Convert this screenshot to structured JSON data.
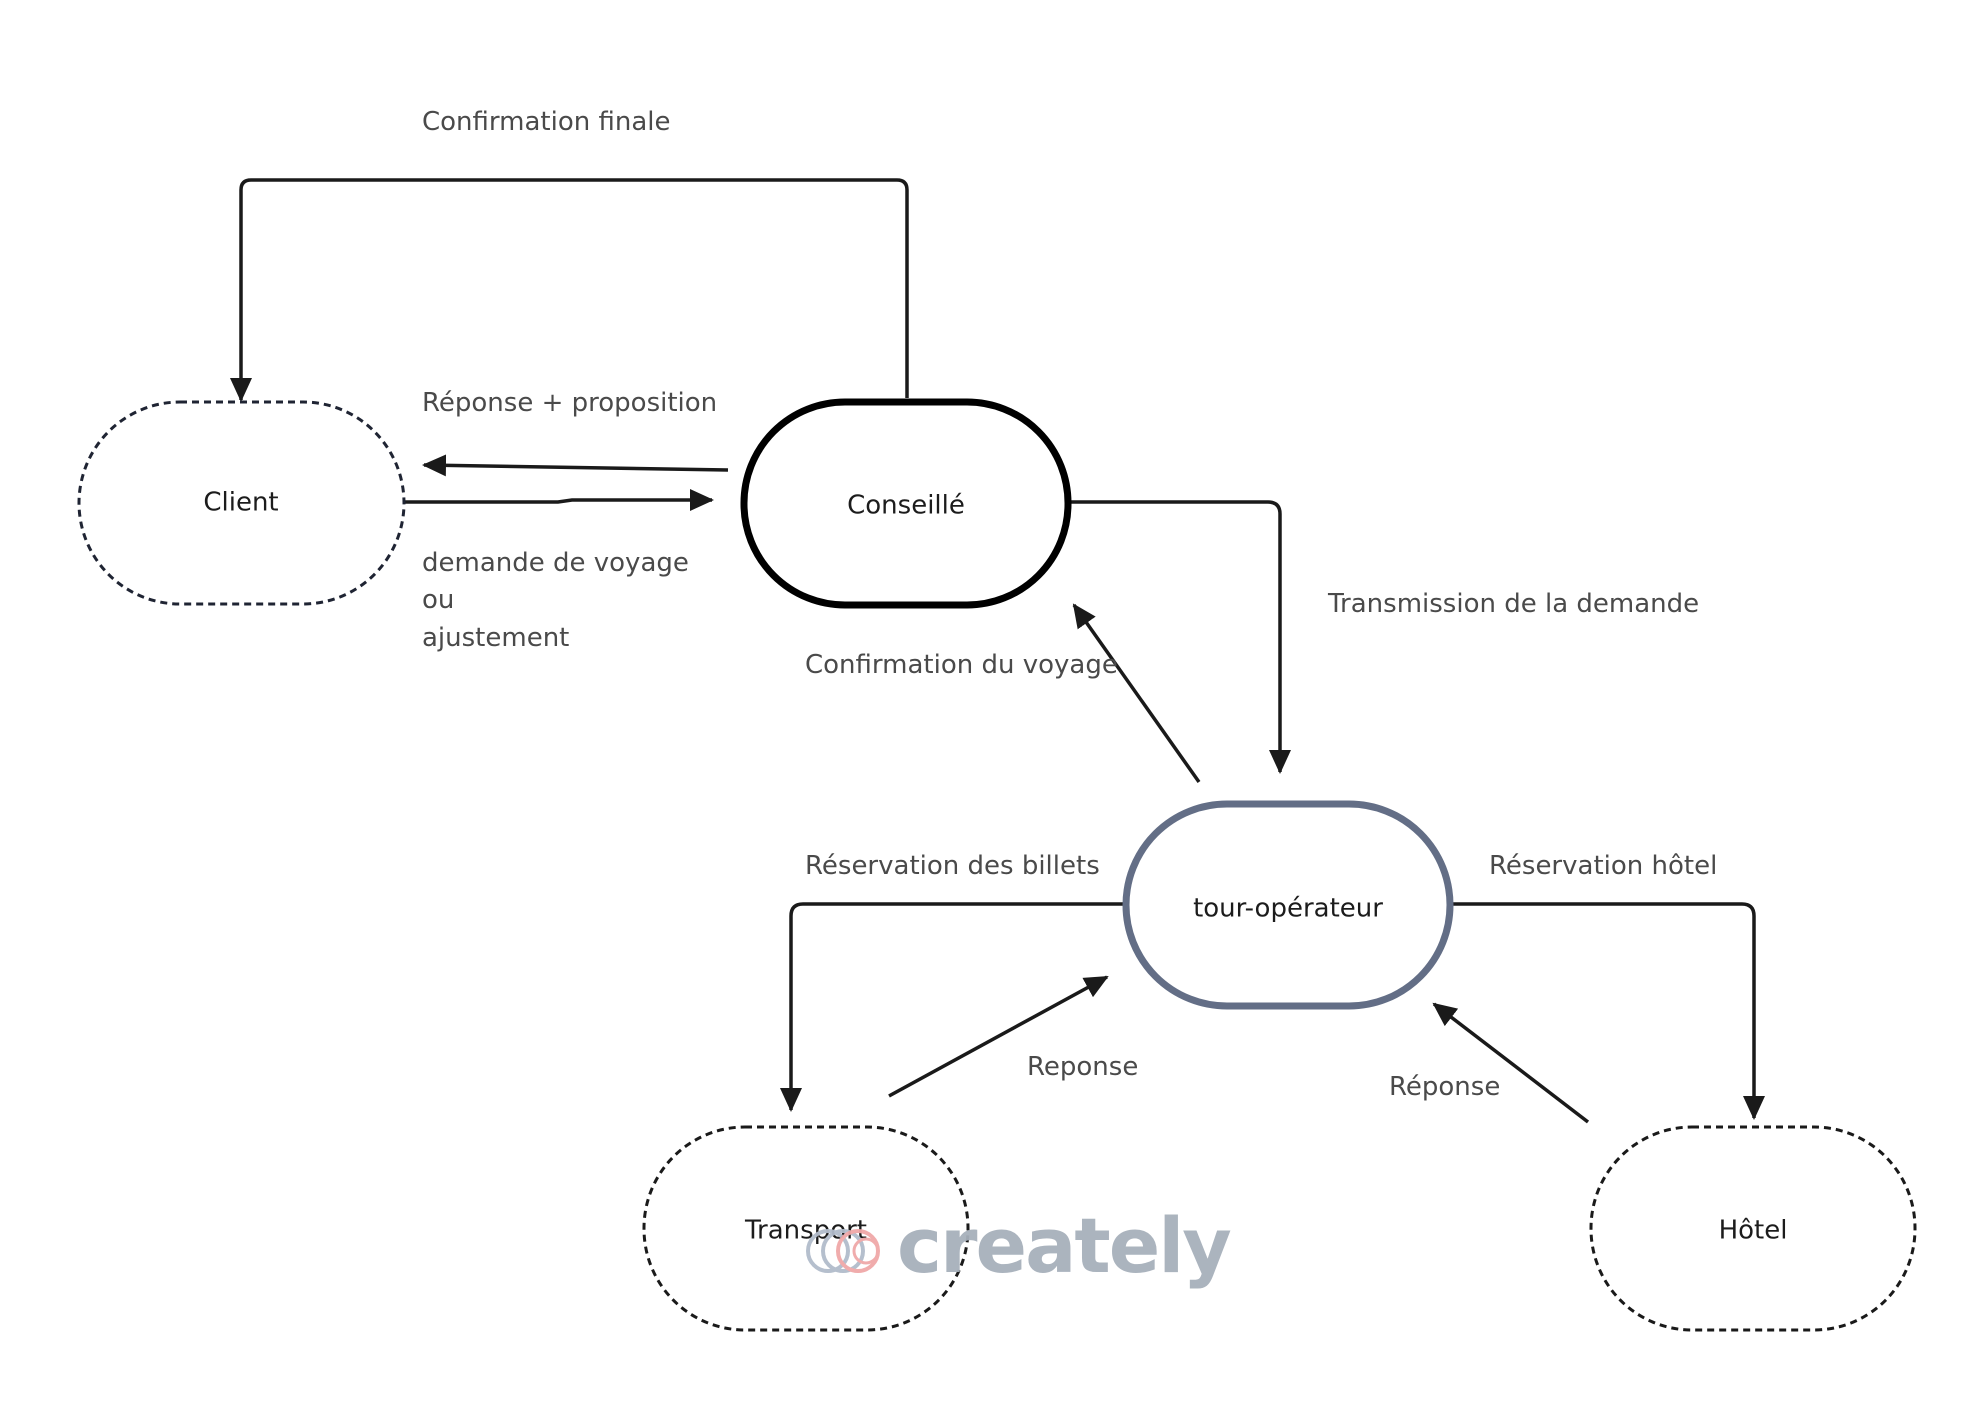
{
  "colors": {
    "line": "#1a1a1a",
    "node_text": "#1c1c1c",
    "label_text": "#4a4a4a",
    "client_border": "#1f2433",
    "tour_operateur_border": "#636e86",
    "watermark_text": "#a7b0bb",
    "watermark_ring_red": "#f0a8a8",
    "watermark_ring_blue": "#b2bccb"
  },
  "nodes": {
    "client": {
      "label": "Client",
      "border": "dashed"
    },
    "conseille": {
      "label": "Conseillé",
      "border": "solid-thick"
    },
    "tour_operateur": {
      "label": "tour-opérateur",
      "border": "solid-slate"
    },
    "transport": {
      "label": "Transport",
      "border": "dashed"
    },
    "hotel": {
      "label": "Hôtel",
      "border": "dashed"
    }
  },
  "edges": {
    "confirmation_finale": {
      "from": "Conseillé",
      "to": "Client",
      "label": "Confirmation finale"
    },
    "reponse_proposition": {
      "from": "Conseillé",
      "to": "Client",
      "label": "Réponse + proposition"
    },
    "demande": {
      "from": "Client",
      "to": "Conseillé",
      "label_lines": [
        "demande de voyage",
        "ou",
        "ajustement"
      ]
    },
    "transmission": {
      "from": "Conseillé",
      "to": "tour-opérateur",
      "label": "Transmission de la demande"
    },
    "confirmation_voyage": {
      "from": "tour-opérateur",
      "to": "Conseillé",
      "label": "Confirmation du voyage"
    },
    "reservation_billets": {
      "from": "tour-opérateur",
      "to": "Transport",
      "label": "Réservation des billets"
    },
    "reservation_hotel": {
      "from": "tour-opérateur",
      "to": "Hôtel",
      "label": "Réservation hôtel"
    },
    "reponse_transport": {
      "from": "Transport",
      "to": "tour-opérateur",
      "label": "Reponse"
    },
    "reponse_hotel": {
      "from": "Hôtel",
      "to": "tour-opérateur",
      "label": "Réponse"
    }
  },
  "watermark": {
    "text": "creately"
  }
}
